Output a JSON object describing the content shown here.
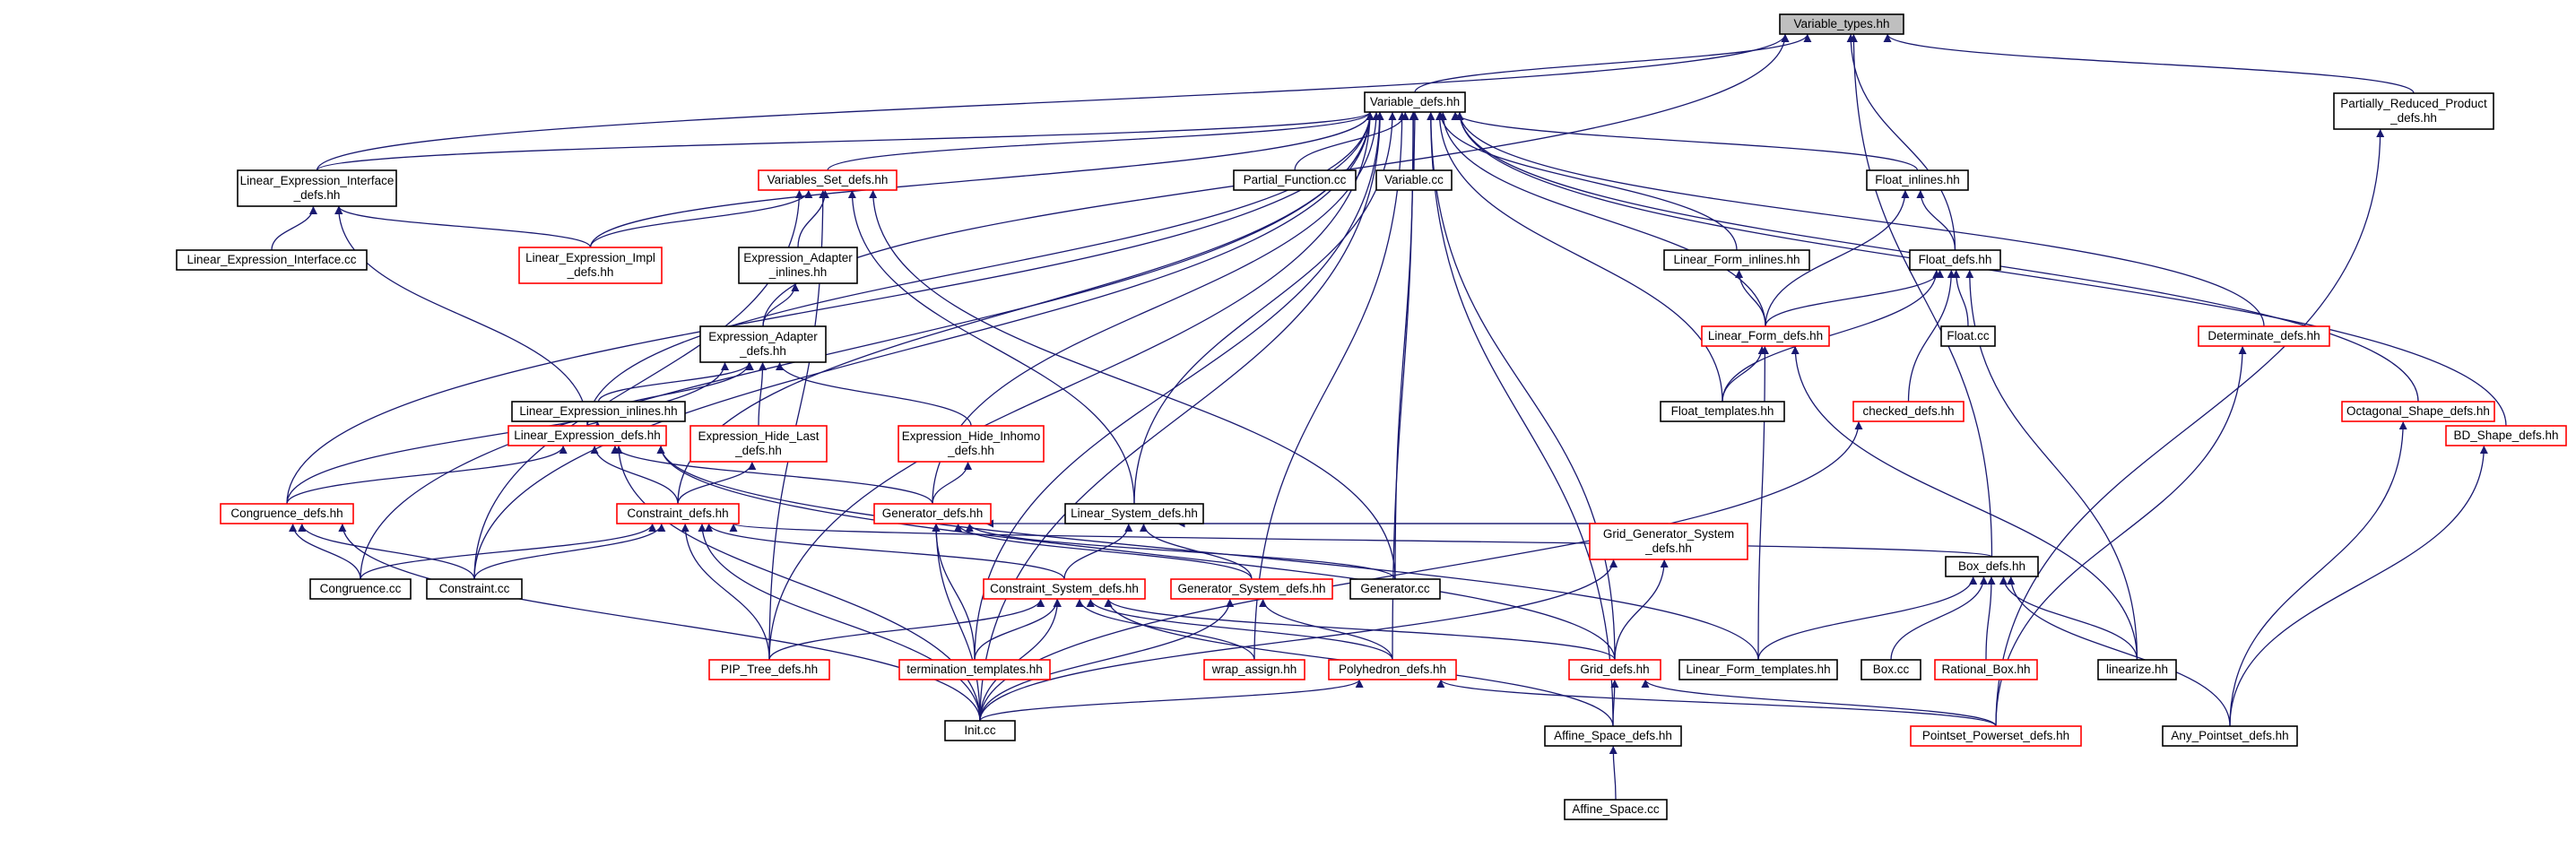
{
  "diagram": {
    "nodes": [
      {
        "id": "variable_types",
        "lines": [
          "Variable_types.hh"
        ],
        "variant": "root"
      },
      {
        "id": "variable_defs",
        "lines": [
          "Variable_defs.hh"
        ],
        "variant": "black"
      },
      {
        "id": "partially_reduced_product",
        "lines": [
          "Partially_Reduced_Product",
          "_defs.hh"
        ],
        "variant": "black"
      },
      {
        "id": "linear_expression_interface",
        "lines": [
          "Linear_Expression_Interface",
          "_defs.hh"
        ],
        "variant": "black"
      },
      {
        "id": "variables_set_defs",
        "lines": [
          "Variables_Set_defs.hh"
        ],
        "variant": "red"
      },
      {
        "id": "partial_function",
        "lines": [
          "Partial_Function.cc"
        ],
        "variant": "black"
      },
      {
        "id": "variable_cc",
        "lines": [
          "Variable.cc"
        ],
        "variant": "black"
      },
      {
        "id": "float_inlines",
        "lines": [
          "Float_inlines.hh"
        ],
        "variant": "black"
      },
      {
        "id": "linear_expression_interface_cc",
        "lines": [
          "Linear_Expression_Interface.cc"
        ],
        "variant": "black"
      },
      {
        "id": "linear_expression_impl",
        "lines": [
          "Linear_Expression_Impl",
          "_defs.hh"
        ],
        "variant": "red"
      },
      {
        "id": "expression_adapter_inlines",
        "lines": [
          "Expression_Adapter",
          "_inlines.hh"
        ],
        "variant": "black"
      },
      {
        "id": "linear_form_inlines",
        "lines": [
          "Linear_Form_inlines.hh"
        ],
        "variant": "black"
      },
      {
        "id": "float_defs",
        "lines": [
          "Float_defs.hh"
        ],
        "variant": "black"
      },
      {
        "id": "expression_adapter_defs",
        "lines": [
          "Expression_Adapter",
          "_defs.hh"
        ],
        "variant": "black"
      },
      {
        "id": "linear_form_defs",
        "lines": [
          "Linear_Form_defs.hh"
        ],
        "variant": "red"
      },
      {
        "id": "float_cc",
        "lines": [
          "Float.cc"
        ],
        "variant": "black"
      },
      {
        "id": "determinate_defs",
        "lines": [
          "Determinate_defs.hh"
        ],
        "variant": "red"
      },
      {
        "id": "linear_expression_inlines",
        "lines": [
          "Linear_Expression_inlines.hh"
        ],
        "variant": "black"
      },
      {
        "id": "float_templates",
        "lines": [
          "Float_templates.hh"
        ],
        "variant": "black"
      },
      {
        "id": "checked_defs",
        "lines": [
          "checked_defs.hh"
        ],
        "variant": "red"
      },
      {
        "id": "octagonal_shape_defs",
        "lines": [
          "Octagonal_Shape_defs.hh"
        ],
        "variant": "red"
      },
      {
        "id": "expression_hide_last",
        "lines": [
          "Expression_Hide_Last",
          "_defs.hh"
        ],
        "variant": "red"
      },
      {
        "id": "expression_hide_inhomo",
        "lines": [
          "Expression_Hide_Inhomo",
          "_defs.hh"
        ],
        "variant": "red"
      },
      {
        "id": "linear_expression_defs",
        "lines": [
          "Linear_Expression_defs.hh"
        ],
        "variant": "red"
      },
      {
        "id": "bd_shape_defs",
        "lines": [
          "BD_Shape_defs.hh"
        ],
        "variant": "red"
      },
      {
        "id": "congruence_defs",
        "lines": [
          "Congruence_defs.hh"
        ],
        "variant": "red"
      },
      {
        "id": "constraint_defs",
        "lines": [
          "Constraint_defs.hh"
        ],
        "variant": "red"
      },
      {
        "id": "generator_defs",
        "lines": [
          "Generator_defs.hh"
        ],
        "variant": "red"
      },
      {
        "id": "linear_system_defs",
        "lines": [
          "Linear_System_defs.hh"
        ],
        "variant": "black"
      },
      {
        "id": "grid_generator_system",
        "lines": [
          "Grid_Generator_System",
          "_defs.hh"
        ],
        "variant": "red"
      },
      {
        "id": "box_defs",
        "lines": [
          "Box_defs.hh"
        ],
        "variant": "black"
      },
      {
        "id": "congruence_cc",
        "lines": [
          "Congruence.cc"
        ],
        "variant": "black"
      },
      {
        "id": "constraint_cc",
        "lines": [
          "Constraint.cc"
        ],
        "variant": "black"
      },
      {
        "id": "constraint_system_defs",
        "lines": [
          "Constraint_System_defs.hh"
        ],
        "variant": "red"
      },
      {
        "id": "generator_system_defs",
        "lines": [
          "Generator_System_defs.hh"
        ],
        "variant": "red"
      },
      {
        "id": "generator_cc",
        "lines": [
          "Generator.cc"
        ],
        "variant": "black"
      },
      {
        "id": "pip_tree_defs",
        "lines": [
          "PIP_Tree_defs.hh"
        ],
        "variant": "red"
      },
      {
        "id": "termination_templates",
        "lines": [
          "termination_templates.hh"
        ],
        "variant": "red"
      },
      {
        "id": "wrap_assign",
        "lines": [
          "wrap_assign.hh"
        ],
        "variant": "red"
      },
      {
        "id": "polyhedron_defs",
        "lines": [
          "Polyhedron_defs.hh"
        ],
        "variant": "red"
      },
      {
        "id": "grid_defs",
        "lines": [
          "Grid_defs.hh"
        ],
        "variant": "red"
      },
      {
        "id": "linear_form_templates",
        "lines": [
          "Linear_Form_templates.hh"
        ],
        "variant": "black"
      },
      {
        "id": "box_cc",
        "lines": [
          "Box.cc"
        ],
        "variant": "black"
      },
      {
        "id": "rational_box",
        "lines": [
          "Rational_Box.hh"
        ],
        "variant": "red"
      },
      {
        "id": "linearize",
        "lines": [
          "linearize.hh"
        ],
        "variant": "black"
      },
      {
        "id": "init_cc",
        "lines": [
          "Init.cc"
        ],
        "variant": "black"
      },
      {
        "id": "affine_space_defs",
        "lines": [
          "Affine_Space_defs.hh"
        ],
        "variant": "black"
      },
      {
        "id": "pointset_powerset_defs",
        "lines": [
          "Pointset_Powerset_defs.hh"
        ],
        "variant": "red"
      },
      {
        "id": "any_pointset_defs",
        "lines": [
          "Any_Pointset_defs.hh"
        ],
        "variant": "black"
      },
      {
        "id": "affine_space_cc",
        "lines": [
          "Affine_Space.cc"
        ],
        "variant": "black"
      }
    ],
    "edges": [
      [
        "variable_defs",
        "variable_types"
      ],
      [
        "partially_reduced_product",
        "variable_types"
      ],
      [
        "linear_expression_interface",
        "variable_types"
      ],
      [
        "expression_adapter_defs",
        "variable_types"
      ],
      [
        "float_defs",
        "variable_types"
      ],
      [
        "box_defs",
        "variable_types"
      ],
      [
        "linear_expression_interface",
        "variable_defs"
      ],
      [
        "variables_set_defs",
        "variable_defs"
      ],
      [
        "partial_function",
        "variable_defs"
      ],
      [
        "variable_cc",
        "variable_defs"
      ],
      [
        "float_inlines",
        "variable_defs"
      ],
      [
        "linear_expression_impl",
        "variable_defs"
      ],
      [
        "linear_form_inlines",
        "variable_defs"
      ],
      [
        "linear_form_defs",
        "variable_defs"
      ],
      [
        "float_templates",
        "variable_defs"
      ],
      [
        "determinate_defs",
        "variable_defs"
      ],
      [
        "octagonal_shape_defs",
        "variable_defs"
      ],
      [
        "bd_shape_defs",
        "variable_defs"
      ],
      [
        "linear_expression_defs",
        "variable_defs"
      ],
      [
        "congruence_defs",
        "variable_defs"
      ],
      [
        "constraint_defs",
        "variable_defs"
      ],
      [
        "generator_defs",
        "variable_defs"
      ],
      [
        "linear_system_defs",
        "variable_defs"
      ],
      [
        "constraint_cc",
        "variable_defs"
      ],
      [
        "generator_cc",
        "variable_defs"
      ],
      [
        "pip_tree_defs",
        "variable_defs"
      ],
      [
        "termination_templates",
        "variable_defs"
      ],
      [
        "wrap_assign",
        "variable_defs"
      ],
      [
        "polyhedron_defs",
        "variable_defs"
      ],
      [
        "grid_defs",
        "variable_defs"
      ],
      [
        "init_cc",
        "variable_defs"
      ],
      [
        "affine_space_defs",
        "variable_defs"
      ],
      [
        "congruence_cc",
        "variable_defs"
      ],
      [
        "linear_expression_interface_cc",
        "linear_expression_interface"
      ],
      [
        "linear_expression_impl",
        "linear_expression_interface"
      ],
      [
        "linear_expression_defs",
        "linear_expression_interface"
      ],
      [
        "linear_expression_impl",
        "variables_set_defs"
      ],
      [
        "expression_adapter_inlines",
        "variables_set_defs"
      ],
      [
        "linear_system_defs",
        "variables_set_defs"
      ],
      [
        "generator_cc",
        "variables_set_defs"
      ],
      [
        "pip_tree_defs",
        "variables_set_defs"
      ],
      [
        "constraint_cc",
        "variables_set_defs"
      ],
      [
        "expression_adapter_defs",
        "expression_adapter_inlines"
      ],
      [
        "linear_expression_inlines",
        "expression_adapter_defs"
      ],
      [
        "linear_expression_defs",
        "expression_adapter_defs"
      ],
      [
        "expression_hide_last",
        "expression_adapter_defs"
      ],
      [
        "expression_hide_inhomo",
        "expression_adapter_defs"
      ],
      [
        "congruence_defs",
        "expression_adapter_defs"
      ],
      [
        "linear_expression_defs",
        "linear_expression_inlines"
      ],
      [
        "constraint_defs",
        "expression_hide_last"
      ],
      [
        "generator_defs",
        "expression_hide_inhomo"
      ],
      [
        "congruence_defs",
        "linear_expression_defs"
      ],
      [
        "constraint_defs",
        "linear_expression_defs"
      ],
      [
        "generator_defs",
        "linear_expression_defs"
      ],
      [
        "grid_defs",
        "linear_expression_defs"
      ],
      [
        "linear_form_templates",
        "linear_expression_defs"
      ],
      [
        "init_cc",
        "linear_expression_defs"
      ],
      [
        "congruence_cc",
        "congruence_defs"
      ],
      [
        "constraint_cc",
        "congruence_defs"
      ],
      [
        "init_cc",
        "congruence_defs"
      ],
      [
        "congruence_cc",
        "constraint_defs"
      ],
      [
        "constraint_cc",
        "constraint_defs"
      ],
      [
        "constraint_system_defs",
        "constraint_defs"
      ],
      [
        "pip_tree_defs",
        "constraint_defs"
      ],
      [
        "init_cc",
        "constraint_defs"
      ],
      [
        "box_defs",
        "constraint_defs"
      ],
      [
        "generator_system_defs",
        "generator_defs"
      ],
      [
        "generator_cc",
        "generator_defs"
      ],
      [
        "termination_templates",
        "generator_defs"
      ],
      [
        "init_cc",
        "generator_defs"
      ],
      [
        "grid_generator_system",
        "generator_defs"
      ],
      [
        "constraint_system_defs",
        "linear_system_defs"
      ],
      [
        "generator_system_defs",
        "linear_system_defs"
      ],
      [
        "grid_generator_system",
        "linear_system_defs"
      ],
      [
        "pip_tree_defs",
        "constraint_system_defs"
      ],
      [
        "termination_templates",
        "constraint_system_defs"
      ],
      [
        "wrap_assign",
        "constraint_system_defs"
      ],
      [
        "polyhedron_defs",
        "constraint_system_defs"
      ],
      [
        "grid_defs",
        "constraint_system_defs"
      ],
      [
        "init_cc",
        "constraint_system_defs"
      ],
      [
        "affine_space_defs",
        "constraint_system_defs"
      ],
      [
        "polyhedron_defs",
        "generator_system_defs"
      ],
      [
        "init_cc",
        "generator_system_defs"
      ],
      [
        "grid_defs",
        "grid_generator_system"
      ],
      [
        "init_cc",
        "grid_generator_system"
      ],
      [
        "init_cc",
        "polyhedron_defs"
      ],
      [
        "pointset_powerset_defs",
        "polyhedron_defs"
      ],
      [
        "affine_space_defs",
        "grid_defs"
      ],
      [
        "pointset_powerset_defs",
        "grid_defs"
      ],
      [
        "affine_space_cc",
        "affine_space_defs"
      ],
      [
        "linear_form_defs",
        "float_inlines"
      ],
      [
        "float_defs",
        "float_inlines"
      ],
      [
        "linear_form_defs",
        "linear_form_inlines"
      ],
      [
        "linear_form_defs",
        "float_defs"
      ],
      [
        "float_cc",
        "float_defs"
      ],
      [
        "float_templates",
        "float_defs"
      ],
      [
        "checked_defs",
        "float_defs"
      ],
      [
        "linearize",
        "float_defs"
      ],
      [
        "float_templates",
        "linear_form_defs"
      ],
      [
        "linear_form_templates",
        "linear_form_defs"
      ],
      [
        "linearize",
        "linear_form_defs"
      ],
      [
        "init_cc",
        "checked_defs"
      ],
      [
        "pointset_powerset_defs",
        "determinate_defs"
      ],
      [
        "any_pointset_defs",
        "octagonal_shape_defs"
      ],
      [
        "any_pointset_defs",
        "bd_shape_defs"
      ],
      [
        "pointset_powerset_defs",
        "partially_reduced_product"
      ],
      [
        "box_cc",
        "box_defs"
      ],
      [
        "rational_box",
        "box_defs"
      ],
      [
        "linearize",
        "box_defs"
      ],
      [
        "linear_form_templates",
        "box_defs"
      ],
      [
        "any_pointset_defs",
        "box_defs"
      ]
    ]
  }
}
